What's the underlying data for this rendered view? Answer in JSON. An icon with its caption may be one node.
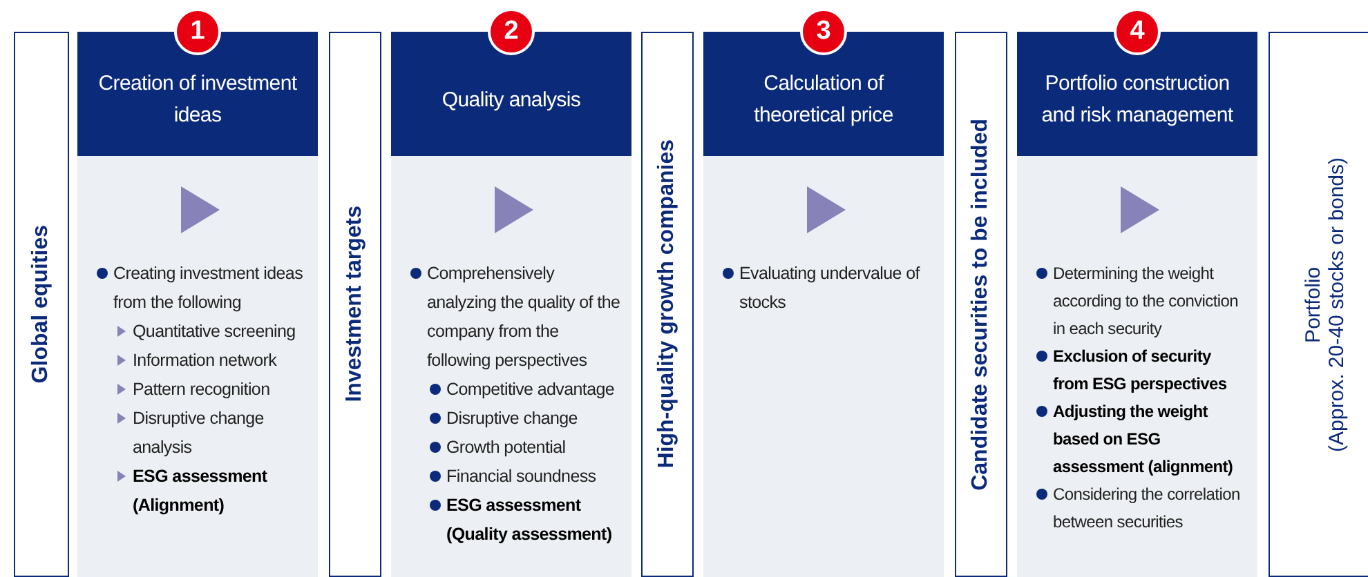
{
  "diagram": {
    "nodes": [
      {
        "text": [
          "Global equities"
        ]
      },
      {
        "text": [
          "1"
        ]
      },
      {
        "text": [
          "Creation of investment ideas"
        ]
      },
      {
        "text": [
          "Creating investment ideas from the following",
          "Quantitative screening",
          "Information network",
          "Pattern recognition",
          "Disruptive change analysis",
          "ESG assessment (Alignment)"
        ]
      },
      {
        "text": [
          "Investment targets"
        ]
      },
      {
        "text": [
          "2"
        ]
      },
      {
        "text": [
          "Quality analysis"
        ]
      },
      {
        "text": [
          "Comprehensively analyzing the quality of the company from the following perspectives",
          "Competitive advantage",
          "Disruptive change",
          "Growth potential",
          "Financial soundness",
          "ESG assessment (Quality assessment)"
        ]
      },
      {
        "text": [
          "High-quality growth companies"
        ]
      },
      {
        "text": [
          "3"
        ]
      },
      {
        "text": [
          "Calculation of theoretical price"
        ]
      },
      {
        "text": [
          "Evaluating undervalue of stocks"
        ]
      },
      {
        "text": [
          "Candidate securities to be included"
        ]
      },
      {
        "text": [
          "4"
        ]
      },
      {
        "text": [
          "Portfolio construction and risk management"
        ]
      },
      {
        "text": [
          "Determining the weight according to the conviction in each security",
          "Exclusion of security from ESG perspectives",
          "Adjusting the weight based on ESG assessment (alignment)",
          "Considering the correlation between securities"
        ]
      },
      {
        "text": [
          "Portfolio",
          "(Approx. 20-40 stocks or bonds)"
        ]
      }
    ],
    "edges": []
  }
}
